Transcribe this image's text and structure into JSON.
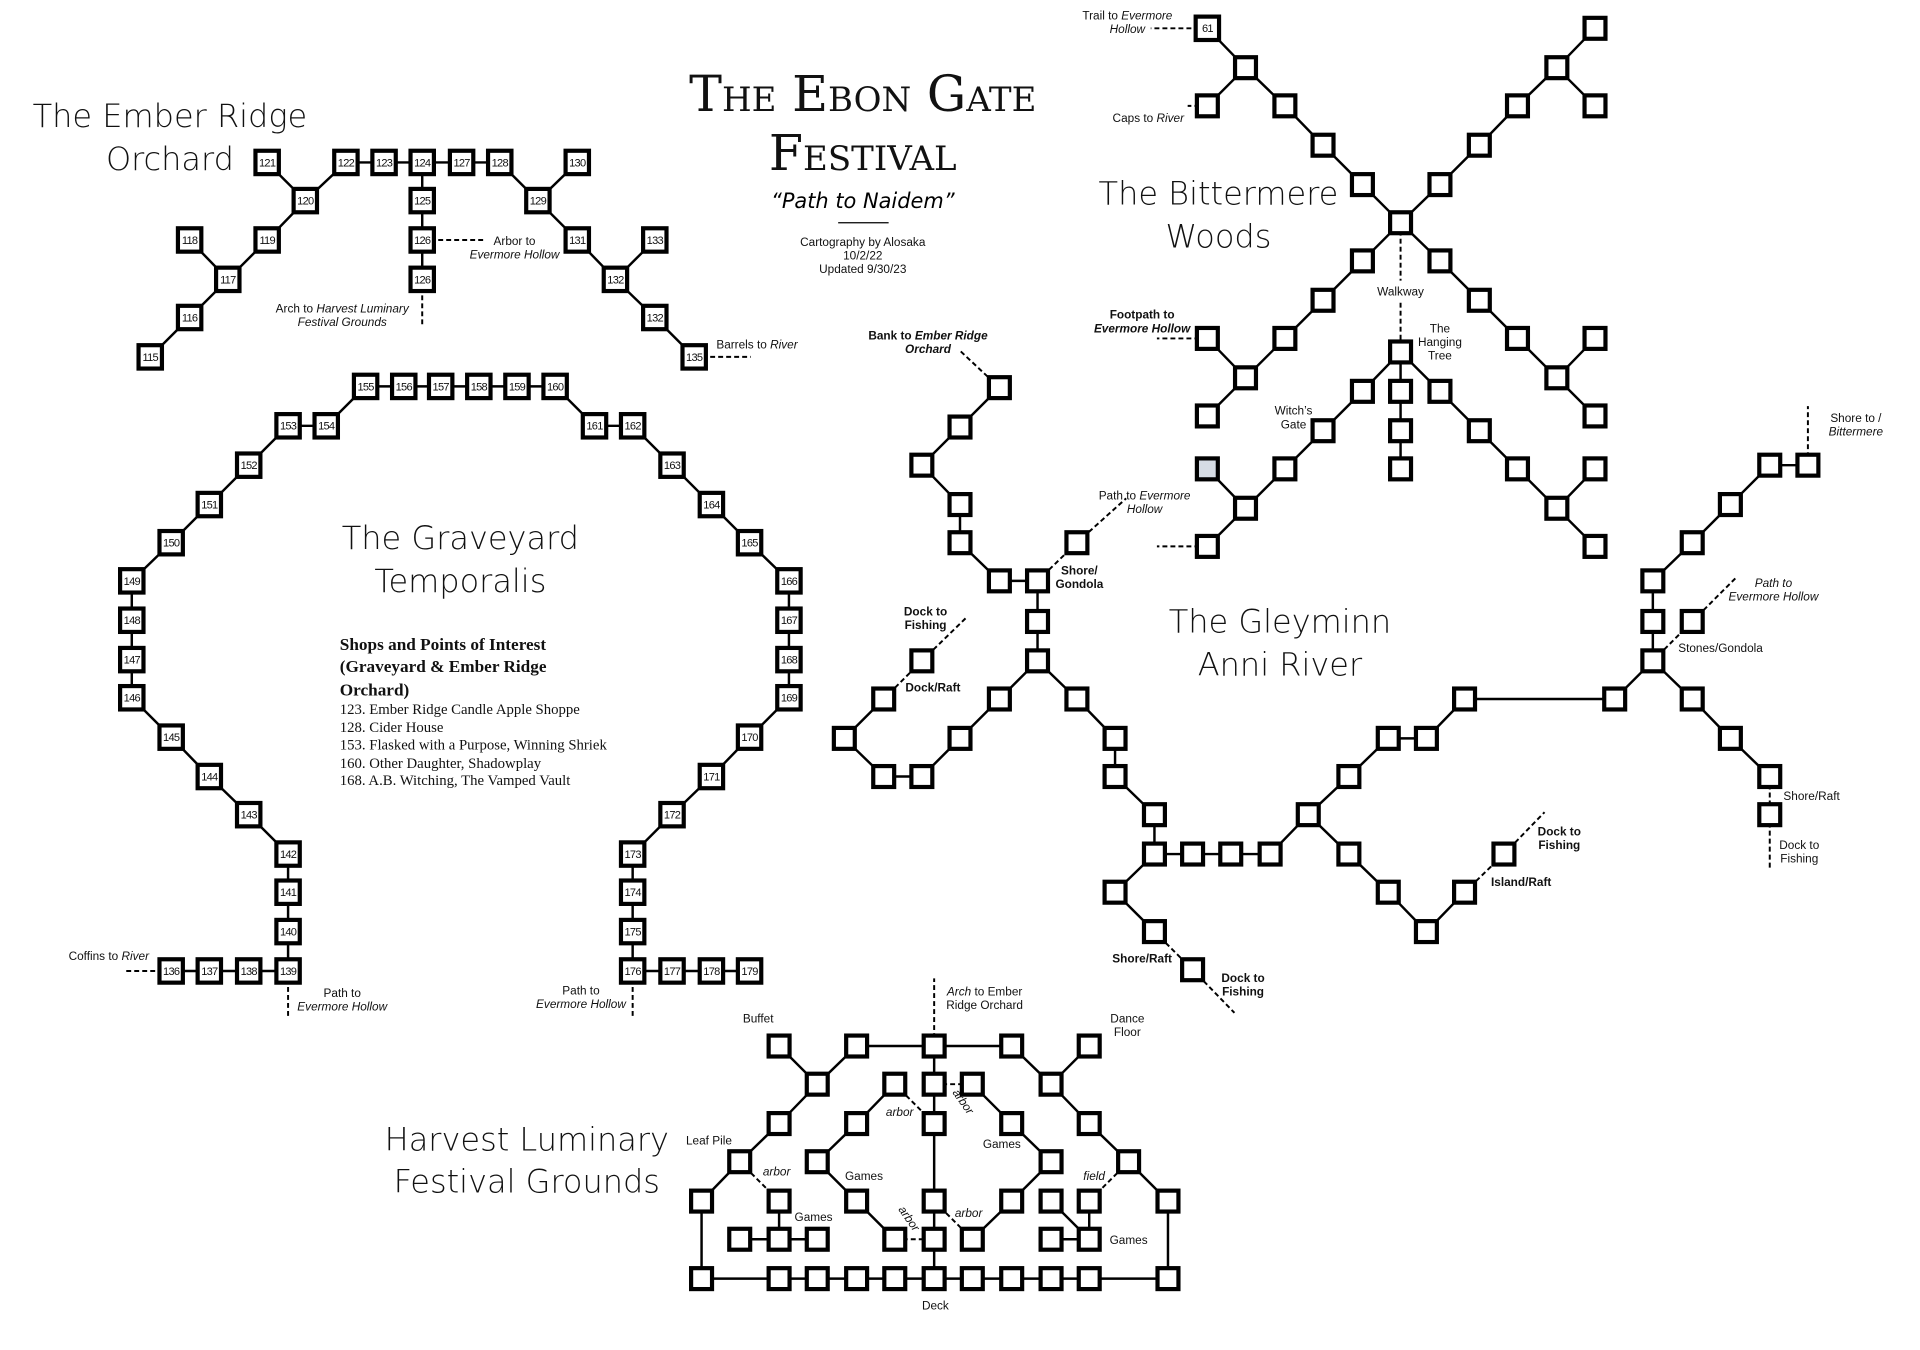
{
  "title": {
    "line1": "The Ebon Gate",
    "line2": "Festival"
  },
  "subtitle": "“Path to Naidem”",
  "credits": [
    "Cartography by Alosaka",
    "10/2/22",
    "Updated 9/30/23"
  ],
  "regions": {
    "orchard": [
      "The Ember Ridge",
      "Orchard"
    ],
    "graveyard": [
      "The Graveyard",
      "Temporalis"
    ],
    "bittermere": [
      "The Bittermere",
      "Woods"
    ],
    "river": [
      "The Gleyminn",
      "Anni River"
    ],
    "festival": [
      "Harvest Luminary",
      "Festival Grounds"
    ]
  },
  "poi": {
    "heading": [
      "Shops and Points of Interest",
      "(Graveyard & Ember Ridge",
      "Orchard)"
    ],
    "items": [
      "123. Ember Ridge Candle Apple Shoppe",
      "128. Cider House",
      "153. Flasked with a Purpose, Winning  Shriek",
      "160. Other Daughter, Shadowplay",
      "168. A.B. Witching,  The Vamped Vault"
    ]
  },
  "orchard_nodes": [
    "115",
    "116",
    "117",
    "118",
    "119",
    "120",
    "121",
    "122",
    "123",
    "124",
    "125",
    "126",
    "126",
    "127",
    "128",
    "129",
    "130",
    "131",
    "132",
    "132",
    "133",
    "135"
  ],
  "graveyard_nodes": [
    "136",
    "137",
    "138",
    "139",
    "140",
    "141",
    "142",
    "143",
    "144",
    "145",
    "146",
    "147",
    "148",
    "149",
    "150",
    "151",
    "152",
    "153",
    "154",
    "155",
    "156",
    "157",
    "158",
    "159",
    "160",
    "161",
    "162",
    "163",
    "164",
    "165",
    "166",
    "167",
    "168",
    "169",
    "170",
    "171",
    "172",
    "173",
    "174",
    "175",
    "176",
    "177",
    "178",
    "179"
  ],
  "bittermere_nodes": [
    "61"
  ],
  "labels": {
    "orchard_arbor": [
      [
        "Arbor to"
      ],
      [
        "",
        "Evermore Hollow"
      ]
    ],
    "orchard_arch": [
      [
        "Arch to ",
        "Harvest Luminary"
      ],
      [
        "",
        "Festival Grounds"
      ]
    ],
    "orchard_barrels": [
      [
        "Barrels to ",
        "River"
      ]
    ],
    "gy_coffins": [
      [
        "Coffins to ",
        "River"
      ]
    ],
    "gy_path_left": [
      [
        "Path to"
      ],
      [
        "",
        "Evermore Hollow"
      ]
    ],
    "gy_path_right": [
      [
        "Path to"
      ],
      [
        "",
        "Evermore Hollow"
      ]
    ],
    "bm_trail": [
      [
        "Trail to ",
        "Evermore"
      ],
      [
        "",
        "Hollow"
      ]
    ],
    "bm_caps": [
      [
        "Caps to ",
        "River"
      ]
    ],
    "bm_footpath": [
      [
        "Footpath to"
      ],
      [
        "",
        "Evermore Hollow"
      ]
    ],
    "bm_walkway": [
      [
        "Walkway"
      ]
    ],
    "bm_hanging": [
      [
        "The"
      ],
      [
        "Hanging"
      ],
      [
        "Tree"
      ]
    ],
    "bm_witch": [
      [
        "Witch’s"
      ],
      [
        "Gate"
      ]
    ],
    "rv_bank": [
      [
        "Bank to ",
        "Ember Ridge"
      ],
      [
        "",
        "Orchard"
      ]
    ],
    "rv_path1": [
      [
        "Path to ",
        "Evermore"
      ],
      [
        "",
        "Hollow"
      ]
    ],
    "rv_shore_gondola": [
      [
        "Shore/"
      ],
      [
        "Gondola"
      ]
    ],
    "rv_dock1": [
      [
        "Dock to"
      ],
      [
        "Fishing"
      ]
    ],
    "rv_dockraft": [
      [
        "Dock/Raft"
      ]
    ],
    "rv_shoreraft1": [
      [
        "Shore/Raft"
      ]
    ],
    "rv_dock2": [
      [
        "Dock to"
      ],
      [
        "Fishing"
      ]
    ],
    "rv_island": [
      [
        "Island/Raft"
      ]
    ],
    "rv_dock3": [
      [
        "Dock to"
      ],
      [
        "Fishing"
      ]
    ],
    "rv_shore_bm": [
      [
        "Shore to /"
      ],
      [
        "",
        "Bittermere"
      ]
    ],
    "rv_path2": [
      [
        "",
        "Path to"
      ],
      [
        "",
        "Evermore Hollow"
      ]
    ],
    "rv_stones": [
      [
        "Stones/Gondola"
      ]
    ],
    "rv_shoreraft2": [
      [
        "Shore/Raft"
      ]
    ],
    "rv_dock4": [
      [
        "Dock to"
      ],
      [
        "Fishing"
      ]
    ],
    "fg_arch": [
      [
        "",
        "Arch",
        " to Ember"
      ],
      [
        "Ridge Orchard"
      ]
    ],
    "fg_buffet": [
      [
        "Buffet"
      ]
    ],
    "fg_dance": [
      [
        "Dance"
      ],
      [
        "Floor"
      ]
    ],
    "fg_leaf": [
      [
        "Leaf Pile"
      ]
    ],
    "fg_arbor1": [
      [
        "",
        "arbor"
      ]
    ],
    "fg_games1": [
      [
        "Games"
      ]
    ],
    "fg_games2": [
      [
        "Games"
      ]
    ],
    "fg_arbor2": [
      [
        "",
        "arbor"
      ]
    ],
    "fg_arbor3": [
      [
        "",
        "arbor"
      ]
    ],
    "fg_games3": [
      [
        "Games"
      ]
    ],
    "fg_field": [
      [
        "",
        "field"
      ]
    ],
    "fg_arbor4": [
      [
        "",
        "arbor"
      ]
    ],
    "fg_arbor5": [
      [
        "",
        "arbor"
      ]
    ],
    "fg_games4": [
      [
        "Games"
      ]
    ],
    "fg_deck": [
      [
        "Deck"
      ]
    ]
  },
  "colors": {
    "ink": "#000000",
    "highlight_node": "#d6dce4",
    "background": "#ffffff"
  }
}
